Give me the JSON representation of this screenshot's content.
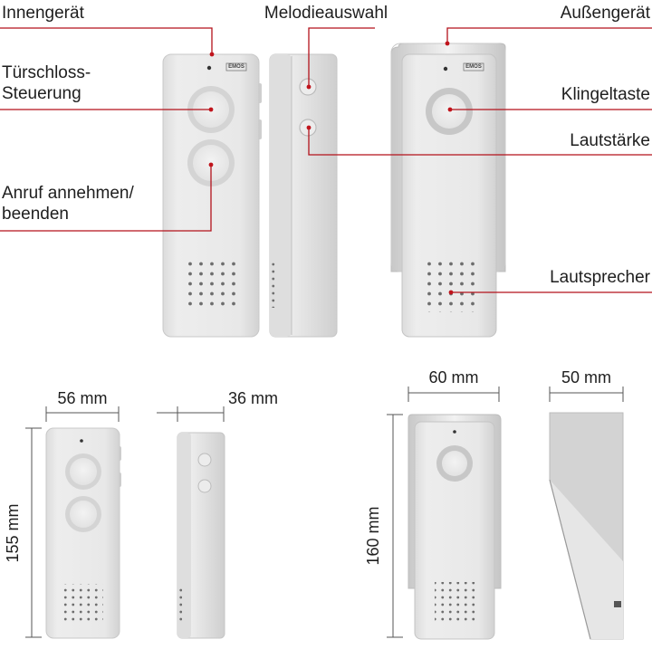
{
  "labels": {
    "innengeraet": "Innengerät",
    "melodieauswahl": "Melodieauswahl",
    "aussengeraet": "Außengerät",
    "tuerschloss_line1": "Türschloss-",
    "tuerschloss_line2": "Steuerung",
    "klingeltaste": "Klingeltaste",
    "lautstaerke": "Lautstärke",
    "anruf_line1": "Anruf annehmen/",
    "anruf_line2": "beenden",
    "lautsprecher": "Lautsprecher"
  },
  "dimensions": {
    "indoor_width": "56 mm",
    "indoor_depth": "36 mm",
    "indoor_height": "155 mm",
    "outdoor_width": "60 mm",
    "outdoor_depth": "50 mm",
    "outdoor_height": "160 mm"
  },
  "brand": {
    "logo_text": "EMOS"
  },
  "colors": {
    "callout_line": "#b3121b",
    "callout_dot": "#c0141c",
    "device_body": "#e9e9e9",
    "device_shadow": "#c9c9c9",
    "button_ring": "#c4c4c4",
    "dimension_line": "#555555"
  }
}
